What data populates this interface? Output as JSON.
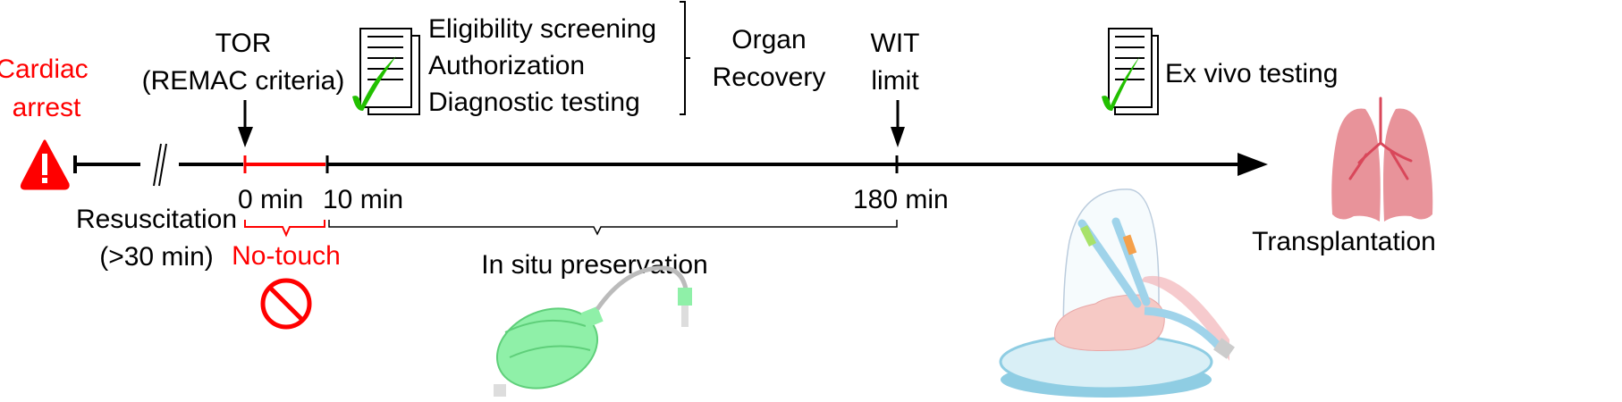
{
  "events": {
    "cardiac_arrest": [
      "Cardiac",
      "arrest"
    ],
    "tor": [
      "TOR",
      "(REMAC criteria)"
    ],
    "checklist": [
      "Eligibility screening",
      "Authorization",
      "Diagnostic testing"
    ],
    "organ_recovery": [
      "Organ",
      "Recovery"
    ],
    "wit_limit": [
      "WIT",
      "limit"
    ],
    "ex_vivo": "Ex vivo testing",
    "transplantation": "Transplantation"
  },
  "timeline": {
    "ticks": [
      "0 min",
      "10 min",
      "180 min"
    ],
    "resuscitation": [
      "Resuscitation",
      "(>30 min)"
    ],
    "no_touch": "No-touch",
    "in_situ": "In situ preservation"
  },
  "colors": {
    "red": "#ff0000",
    "green": "#22c000",
    "lung": "#e8939a",
    "vessel": "#d9475a"
  }
}
